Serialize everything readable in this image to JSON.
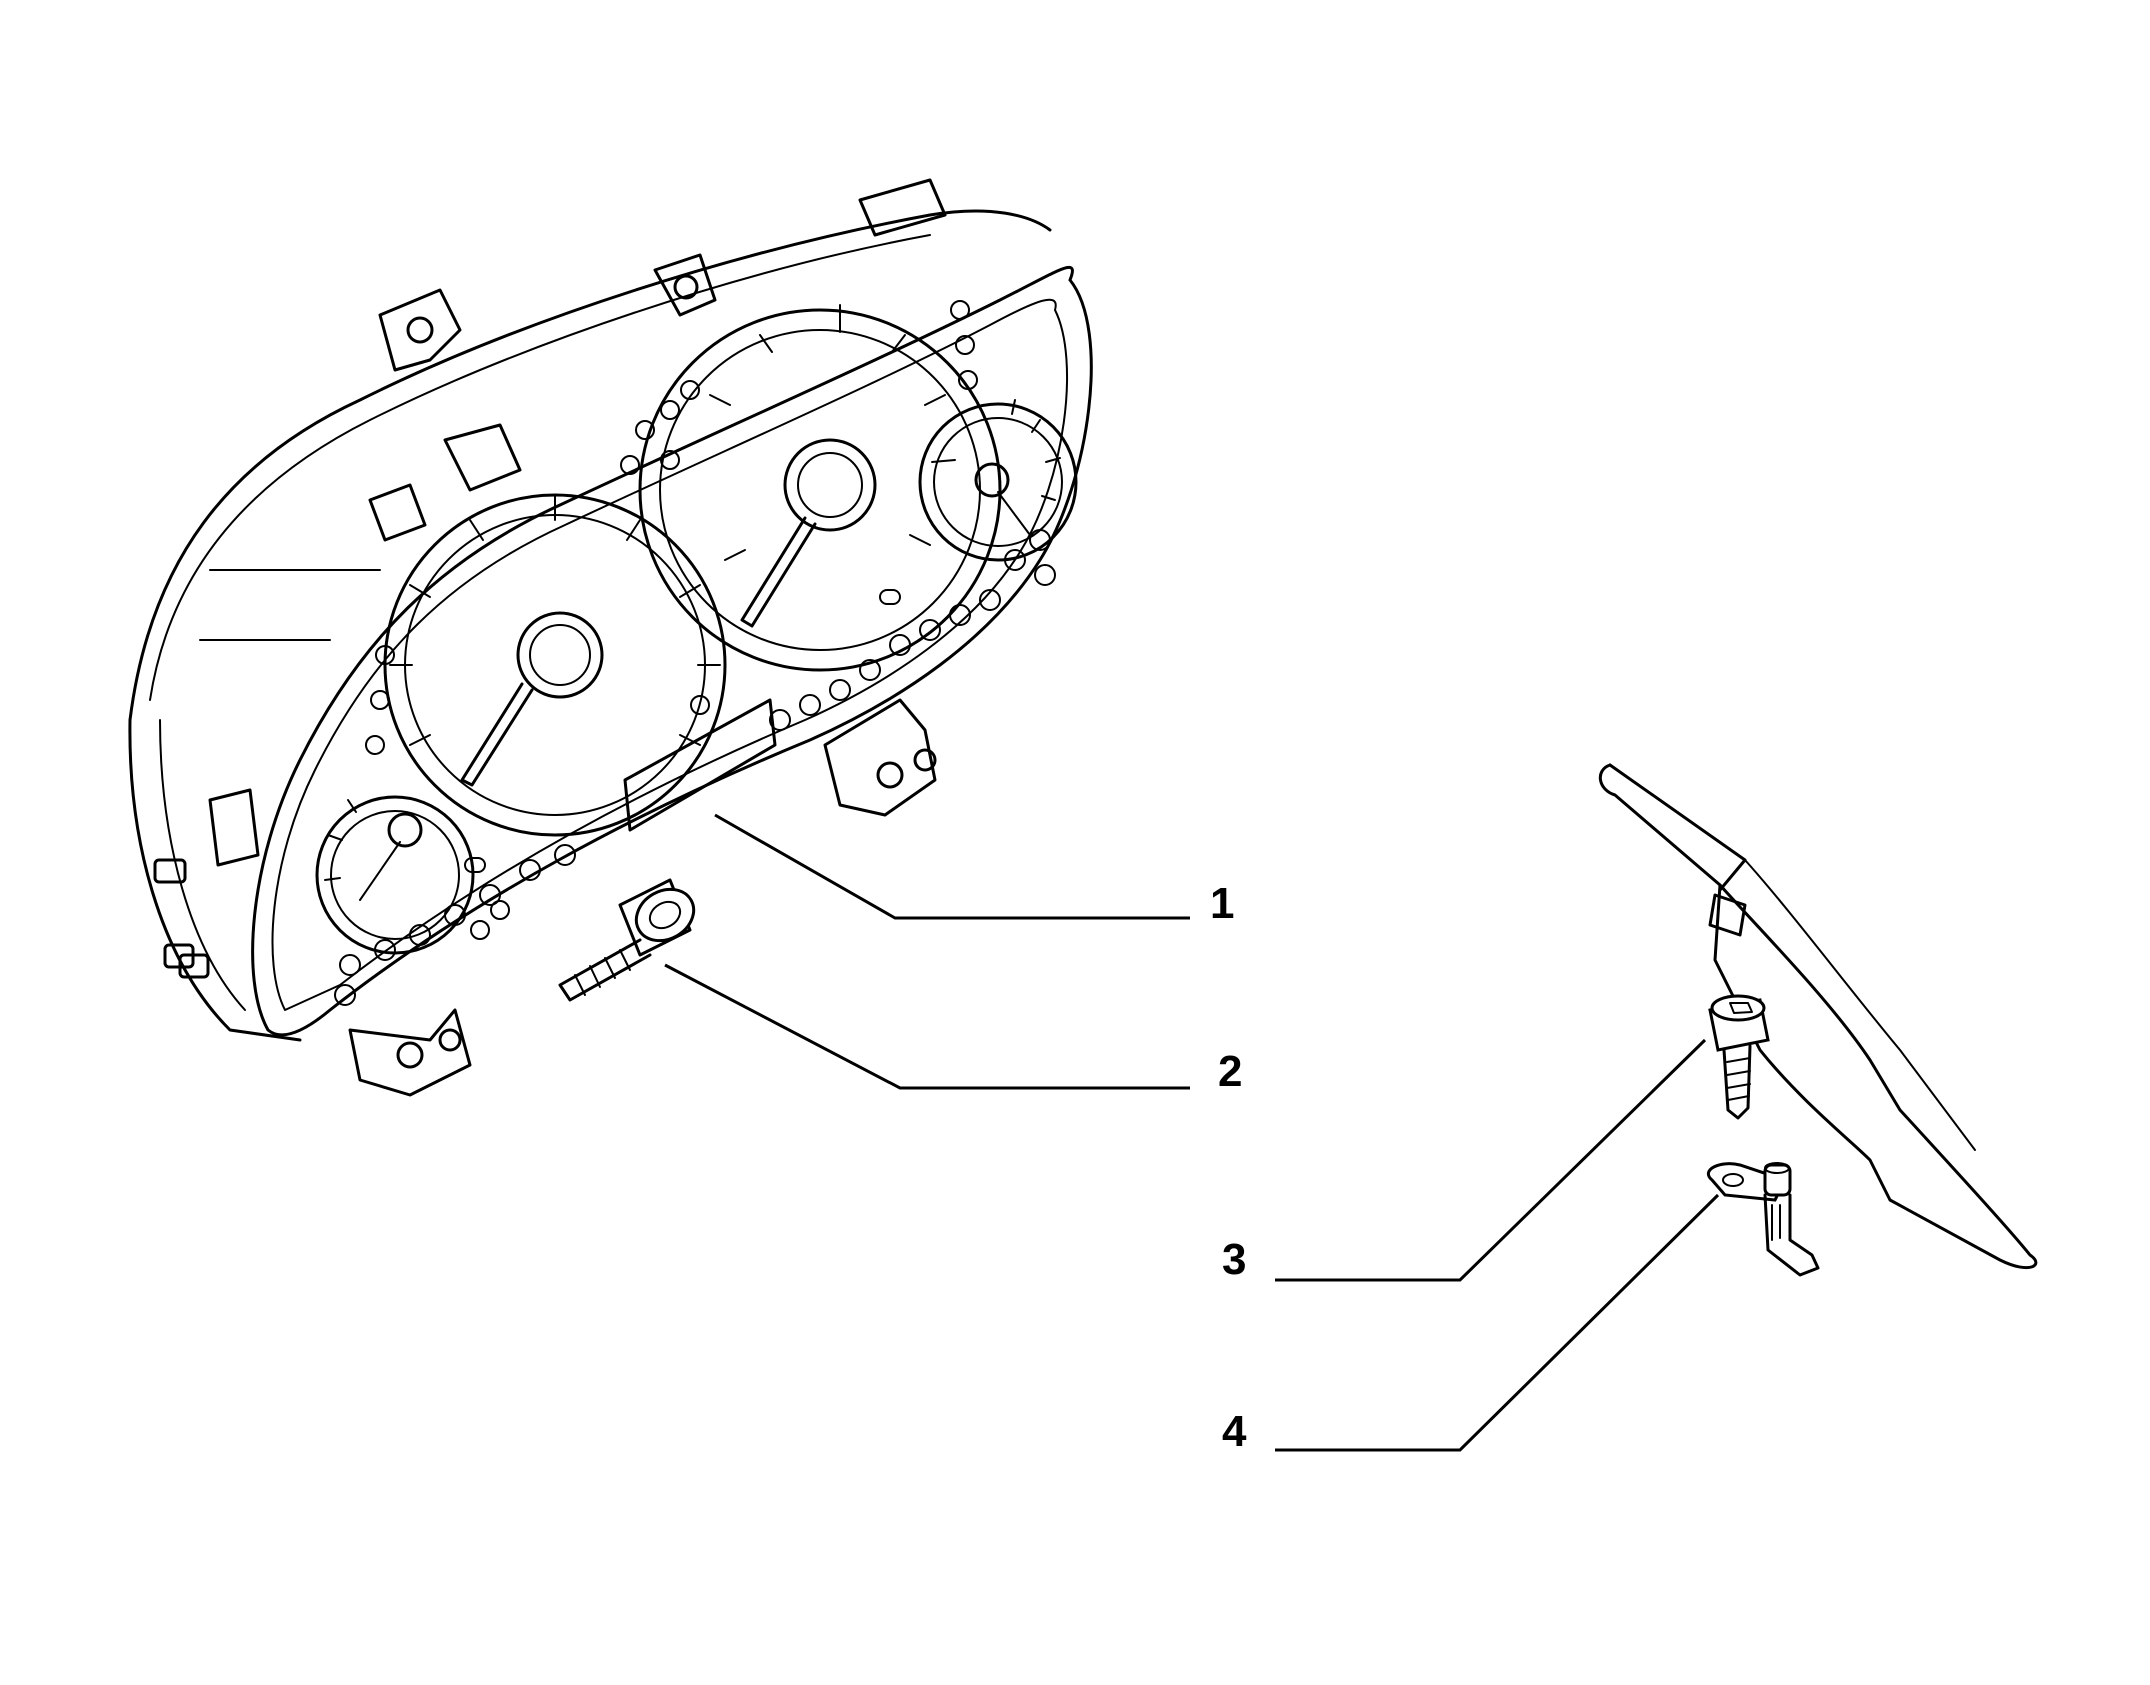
{
  "diagram": {
    "parts": [
      {
        "ref": "1",
        "icon": "instrument-cluster-icon"
      },
      {
        "ref": "2",
        "icon": "socket-head-screw-icon"
      },
      {
        "ref": "3",
        "icon": "self-tapping-screw-icon"
      },
      {
        "ref": "4",
        "icon": "bracket-clip-icon"
      }
    ],
    "extra_icons": [
      "handbrake-lever-icon"
    ],
    "colors": {
      "line": "#000000",
      "background": "#ffffff"
    }
  }
}
